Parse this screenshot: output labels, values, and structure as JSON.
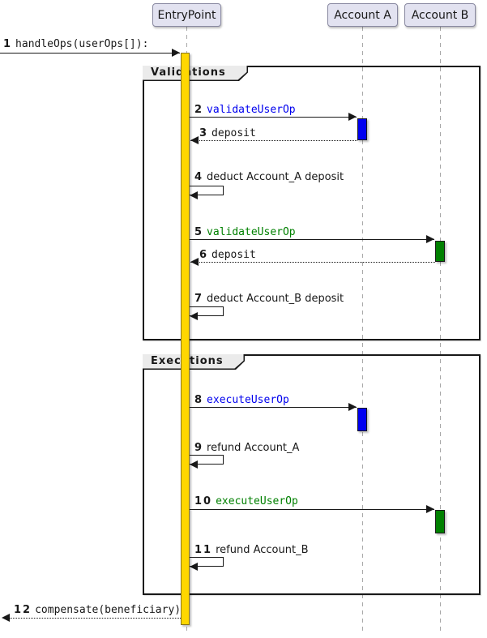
{
  "diagram": {
    "type": "uml-sequence",
    "participants": [
      {
        "name": "EntryPoint"
      },
      {
        "name": "Account A"
      },
      {
        "name": "Account B"
      }
    ],
    "frames": [
      {
        "label": "Validations"
      },
      {
        "label": "Executions"
      }
    ],
    "messages": [
      {
        "num": "1",
        "text": "handleOps(userOps[]):",
        "style": "mono",
        "color": "text",
        "arrow": "solid-in"
      },
      {
        "num": "2",
        "text": "validateUserOp",
        "style": "mono",
        "color": "blue_text",
        "arrow": "solid"
      },
      {
        "num": "3",
        "text": "deposit",
        "style": "mono",
        "color": "text",
        "arrow": "dotted-return"
      },
      {
        "num": "4",
        "text": "deduct Account_A deposit",
        "style": "plain",
        "color": "text",
        "arrow": "self"
      },
      {
        "num": "5",
        "text": "validateUserOp",
        "style": "mono",
        "color": "green_text",
        "arrow": "solid"
      },
      {
        "num": "6",
        "text": "deposit",
        "style": "mono",
        "color": "text",
        "arrow": "dotted-return"
      },
      {
        "num": "7",
        "text": "deduct Account_B deposit",
        "style": "plain",
        "color": "text",
        "arrow": "self"
      },
      {
        "num": "8",
        "text": "executeUserOp",
        "style": "mono",
        "color": "blue_text",
        "arrow": "solid"
      },
      {
        "num": "9",
        "text": "refund Account_A",
        "style": "plain",
        "color": "text",
        "arrow": "self"
      },
      {
        "num": "10",
        "text": "executeUserOp",
        "style": "mono",
        "color": "green_text",
        "arrow": "solid"
      },
      {
        "num": "11",
        "text": "refund Account_B",
        "style": "plain",
        "color": "text",
        "arrow": "self"
      },
      {
        "num": "12",
        "text": "compensate(beneficiary)",
        "style": "mono",
        "color": "text",
        "arrow": "dotted-out"
      }
    ],
    "colors": {
      "text": "#181818",
      "line": "#181818",
      "lifeline": "#A8A8A8",
      "blue_text": "#0000EE",
      "green_text": "#008000",
      "activation_yellow": "#FFD700",
      "activation_yellow_border": "#8A7519",
      "activation_blue": "#0000F0",
      "activation_green": "#008000",
      "participant_fill": "#E2E2F0",
      "participant_border": "#8888A0",
      "frame_label_fill": "#EBEBEB"
    }
  }
}
